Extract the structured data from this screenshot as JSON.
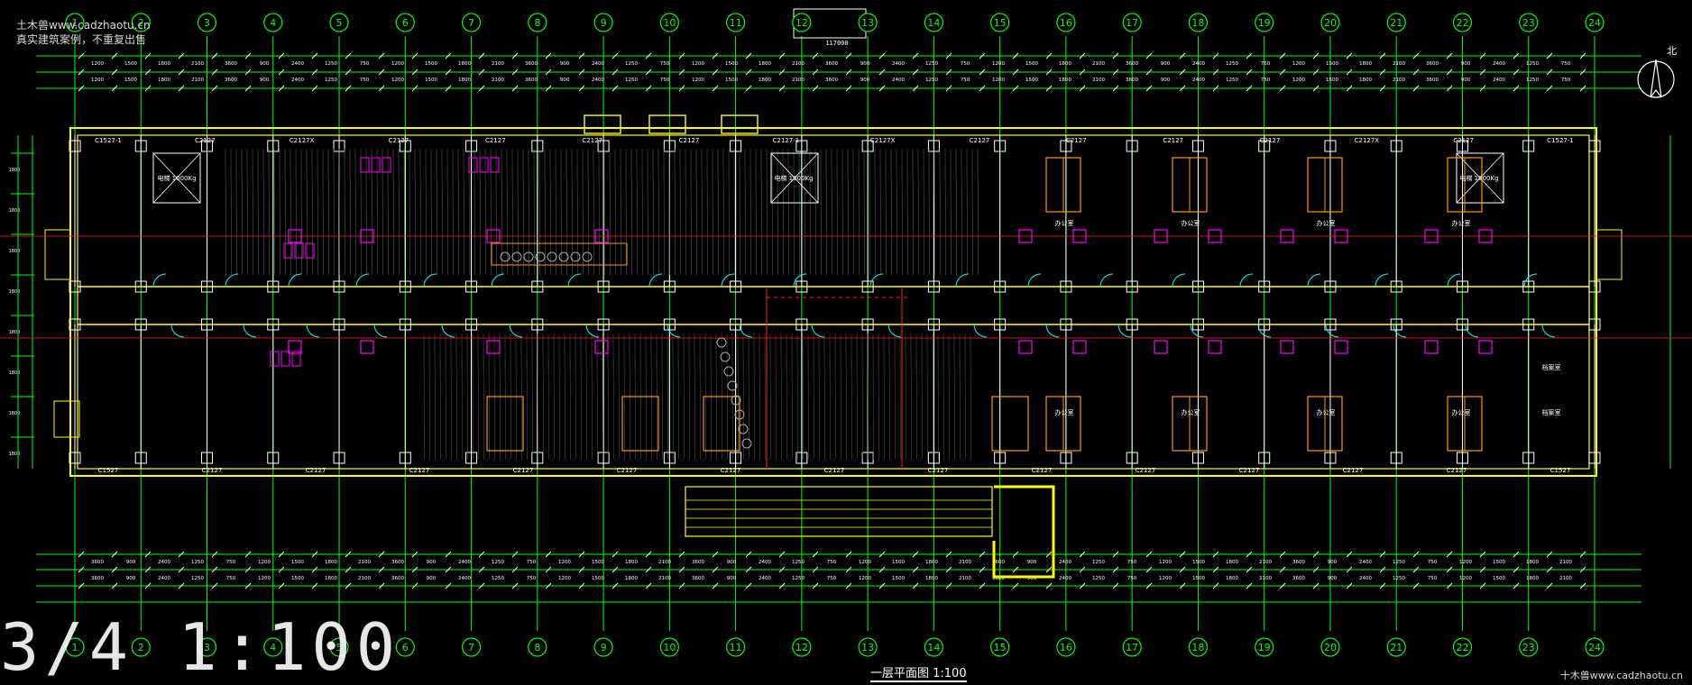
{
  "watermarks": {
    "top_left_line1": "土木兽www.cadzhaotu.cn",
    "top_left_line2": "真实建筑案例，不重复出售",
    "bottom_right": "十木兽www.cadzhaotu.cn"
  },
  "drawing": {
    "title": "一层平面图 1:100",
    "big_scale_text": "3/4 1:100",
    "north_label": "北",
    "top_total_dim": "117000",
    "axis_numbers": [
      "1",
      "2",
      "3",
      "4",
      "5",
      "6",
      "7",
      "8",
      "9",
      "10",
      "11",
      "12",
      "13",
      "14",
      "15",
      "16",
      "17",
      "18",
      "19",
      "20",
      "21",
      "22",
      "23",
      "24"
    ],
    "window_labels_top": [
      "C1527-1",
      "C2127",
      "C2127X",
      "C2127",
      "C2127",
      "C2127",
      "C2127",
      "C2127-1",
      "C2127X",
      "C2127",
      "C2127",
      "C2127",
      "C2127",
      "C2127X",
      "C2127",
      "C1527-1"
    ],
    "window_labels_bottom": [
      "C1527",
      "C2127",
      "C2127",
      "C2127",
      "C2127",
      "C2127",
      "C2127",
      "C2127",
      "C2127",
      "C2127",
      "C2127",
      "C2127",
      "C2127",
      "C2127",
      "C1527"
    ],
    "room_labels": [
      "电梯 1000Kg",
      "电梯 1000Kg",
      "电梯 1000Kg",
      "办公室",
      "办公室",
      "办公室",
      "办公室",
      "办公室",
      "办公室",
      "办公室",
      "办公室",
      "档案室",
      "档案室"
    ],
    "colors": {
      "background": "#000000",
      "axis_lines": "#00ff00",
      "walls": "#ffff00",
      "dimensions": "#ffffff",
      "furniture_magenta": "#ff00ff",
      "furniture_orange": "#ff9900",
      "doors_cyan": "#00ffff",
      "red_lines": "#ff2020"
    }
  }
}
